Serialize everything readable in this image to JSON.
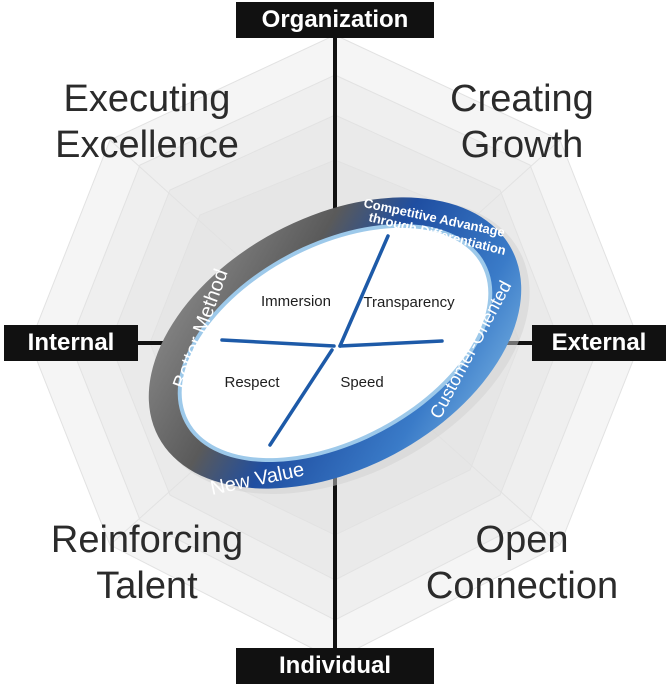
{
  "axes": {
    "top": "Organization",
    "bottom": "Individual",
    "left": "Internal",
    "right": "External"
  },
  "quadrants": {
    "top_left": [
      "Executing",
      "Excellence"
    ],
    "top_right": [
      "Creating",
      "Growth"
    ],
    "bottom_left": [
      "Reinforcing",
      "Talent"
    ],
    "bottom_right": [
      "Open",
      "Connection"
    ]
  },
  "ring_labels": {
    "top": [
      "Competitive Advantage",
      "through Differentiation"
    ],
    "left": "Better Method",
    "right": "Customer-Oriented",
    "bottom": "New Value"
  },
  "core_values": {
    "top_left": "Immersion",
    "top_right": "Transparency",
    "bottom_left": "Respect",
    "bottom_right": "Speed"
  },
  "colors": {
    "axis_black": "#111111",
    "ring_blue_dark": "#1f4ea1",
    "ring_blue_light": "#8ec6ec",
    "ring_gray": "#7d7d7d",
    "inner_line_blue": "#1d5aa8",
    "web_gray": "#dcdcdc"
  }
}
